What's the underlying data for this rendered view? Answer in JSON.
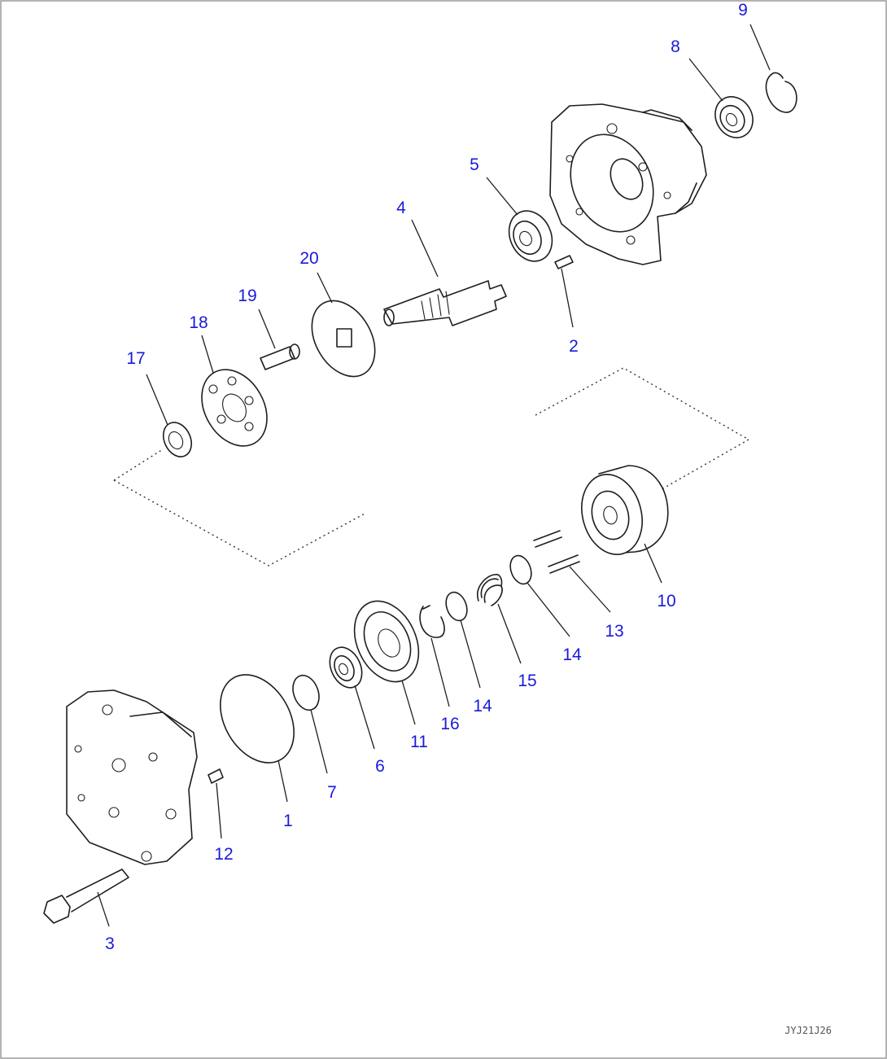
{
  "diagram_code": "JYJ21J26",
  "callouts": [
    {
      "id": "c1",
      "label": "1"
    },
    {
      "id": "c2",
      "label": "2"
    },
    {
      "id": "c3",
      "label": "3"
    },
    {
      "id": "c4",
      "label": "4"
    },
    {
      "id": "c5",
      "label": "5"
    },
    {
      "id": "c6",
      "label": "6"
    },
    {
      "id": "c7",
      "label": "7"
    },
    {
      "id": "c8",
      "label": "8"
    },
    {
      "id": "c9",
      "label": "9"
    },
    {
      "id": "c10",
      "label": "10"
    },
    {
      "id": "c11",
      "label": "11"
    },
    {
      "id": "c12",
      "label": "12"
    },
    {
      "id": "c13",
      "label": "13"
    },
    {
      "id": "c14a",
      "label": "14"
    },
    {
      "id": "c14b",
      "label": "14"
    },
    {
      "id": "c15",
      "label": "15"
    },
    {
      "id": "c16",
      "label": "16"
    },
    {
      "id": "c17",
      "label": "17"
    },
    {
      "id": "c18",
      "label": "18"
    },
    {
      "id": "c19",
      "label": "19"
    },
    {
      "id": "c20",
      "label": "20"
    }
  ],
  "colors": {
    "callout": "#1a1adb",
    "line": "#1e1e1e",
    "frame": "#9a9a9a"
  }
}
